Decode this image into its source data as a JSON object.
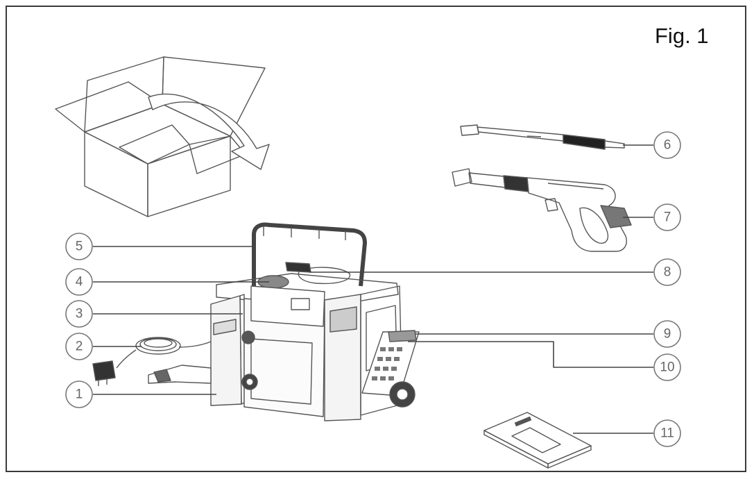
{
  "figure": {
    "title": "Fig. 1"
  },
  "callouts": [
    {
      "number": "1"
    },
    {
      "number": "2"
    },
    {
      "number": "3"
    },
    {
      "number": "4"
    },
    {
      "number": "5"
    },
    {
      "number": "6"
    },
    {
      "number": "7"
    },
    {
      "number": "8"
    },
    {
      "number": "9"
    },
    {
      "number": "10"
    },
    {
      "number": "11"
    }
  ],
  "colors": {
    "line": "#555555",
    "frame": "#3a3a3a",
    "callout": "#666666"
  }
}
